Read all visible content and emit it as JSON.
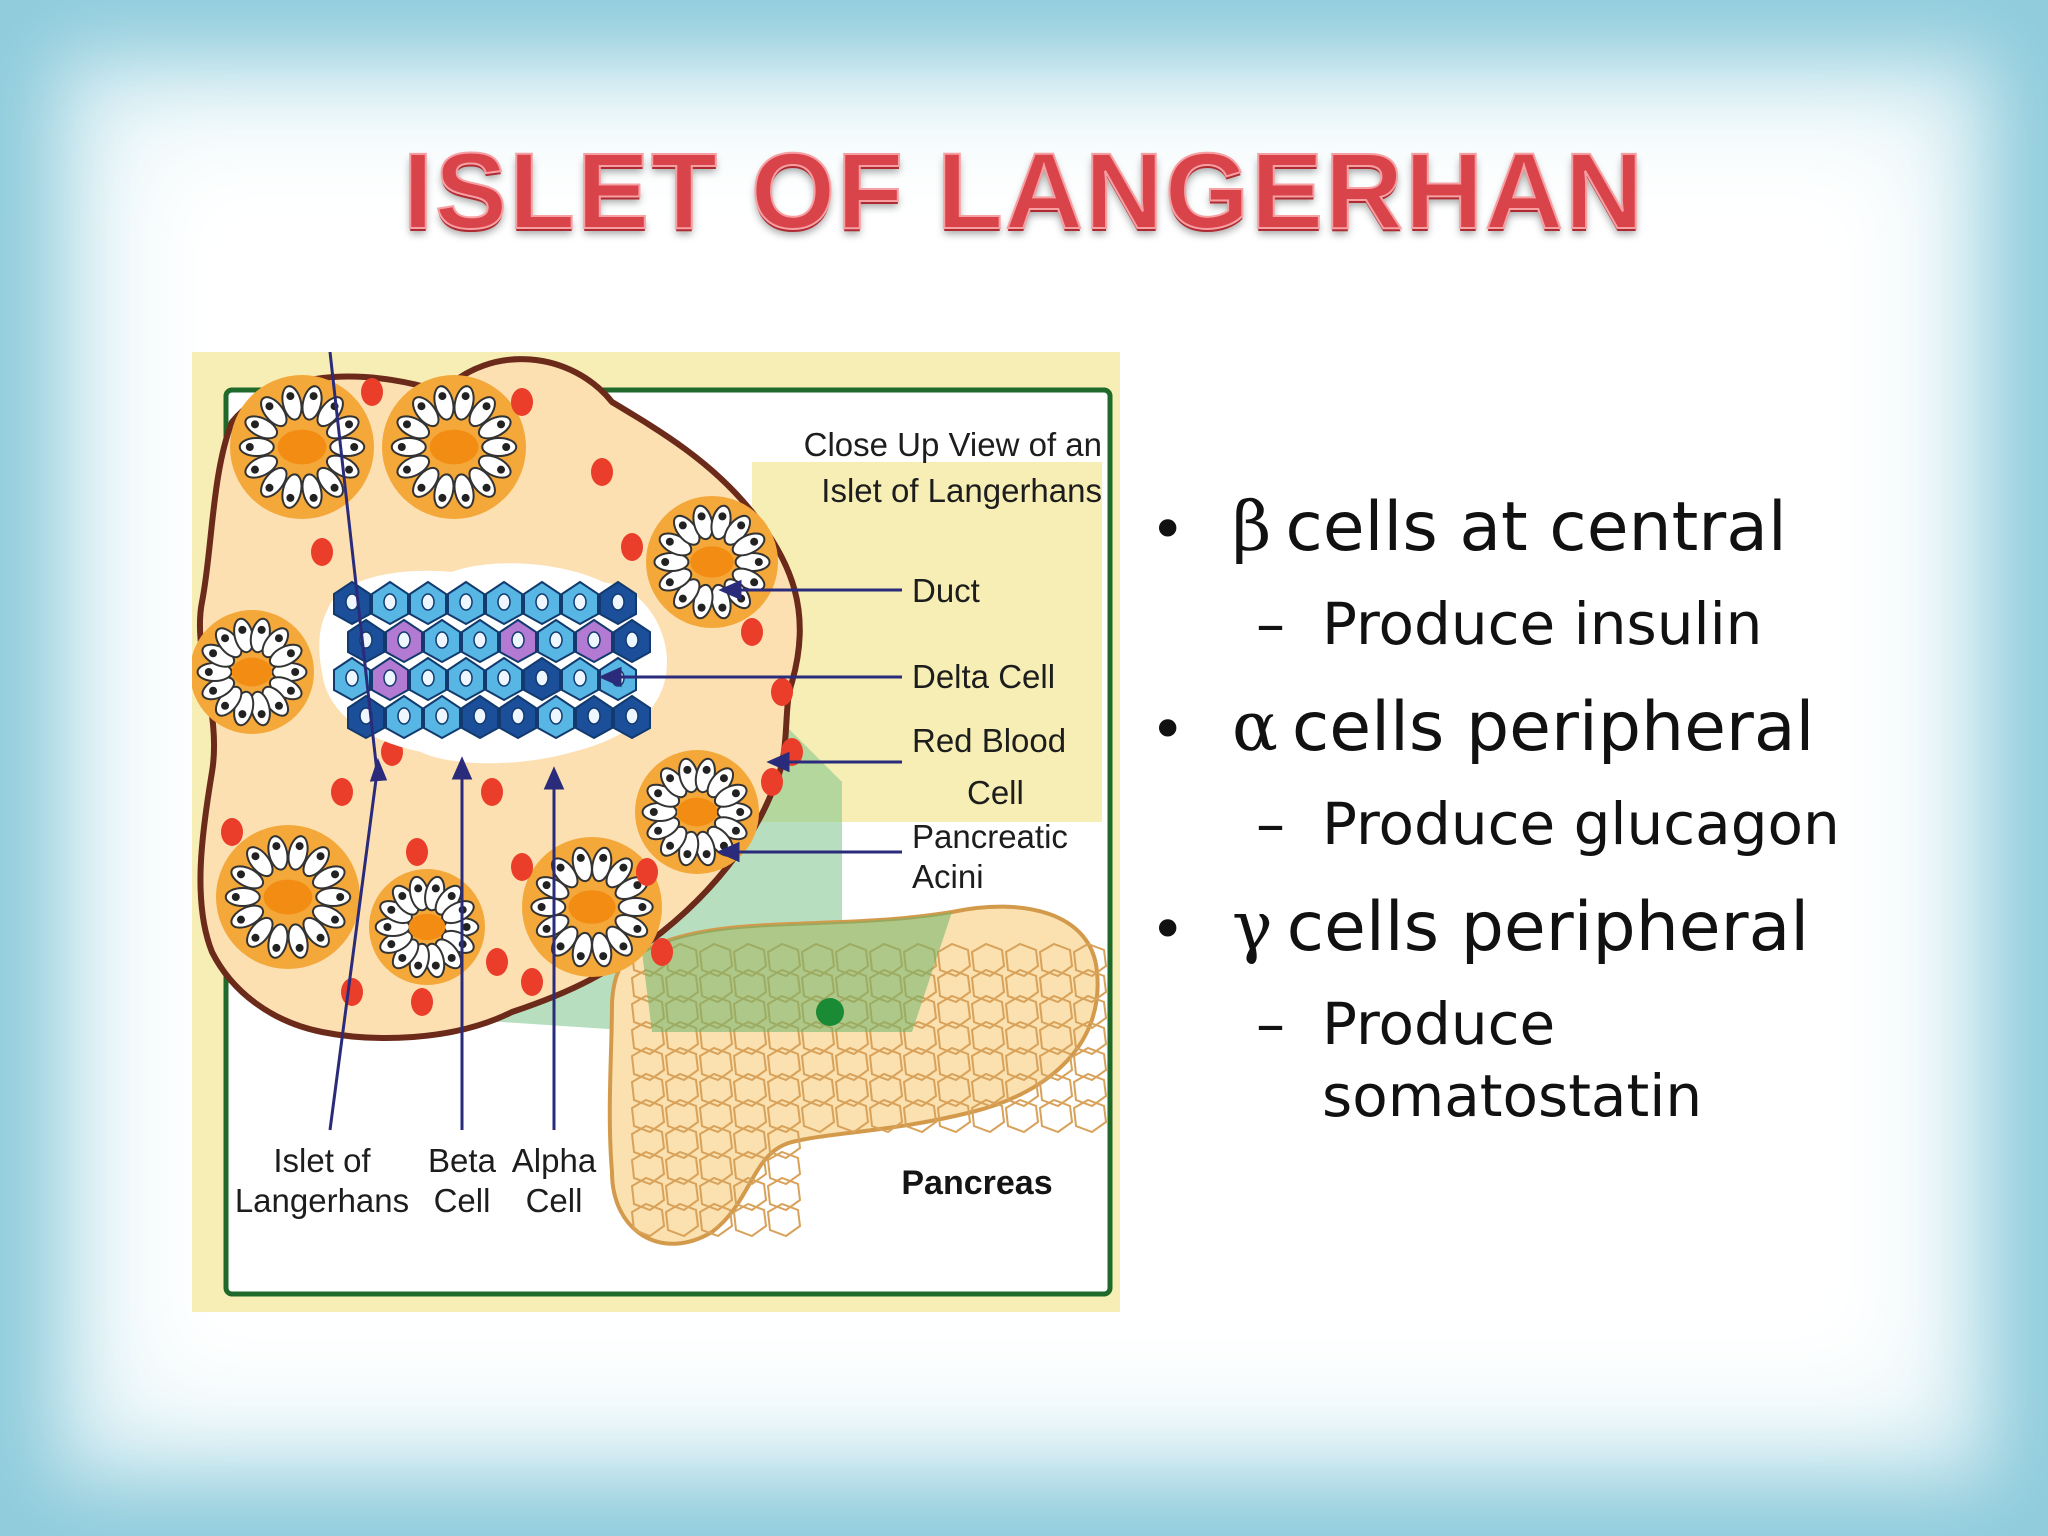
{
  "slide": {
    "title": "ISLET OF LANGERHAN",
    "colors": {
      "title": "#d9444b",
      "frame": "#8ecbdb",
      "background": "#ffffff"
    }
  },
  "diagram": {
    "caption": "Close Up View of an Islet of Langerhans",
    "caption_line1": "Close Up View of an",
    "caption_line2": "Islet of Langerhans",
    "labels": {
      "duct": "Duct",
      "delta_cell": "Delta Cell",
      "red_blood_cell_line1": "Red Blood",
      "red_blood_cell_line2": "Cell",
      "pancreatic_acini_line1": "Pancreatic",
      "pancreatic_acini_line2": "Acini",
      "islet_line1": "Islet of",
      "islet_line2": "Langerhans",
      "beta_line1": "Beta",
      "beta_line2": "Cell",
      "alpha_line1": "Alpha",
      "alpha_line2": "Cell",
      "pancreas": "Pancreas"
    }
  },
  "bullets": [
    {
      "symbol": "β",
      "text": "cells at central",
      "sub": "Produce insulin"
    },
    {
      "symbol": "α",
      "text": "cells peripheral",
      "sub": "Produce glucagon"
    },
    {
      "symbol": "γ",
      "text": "cells peripheral",
      "sub": "Produce somatostatin"
    }
  ]
}
